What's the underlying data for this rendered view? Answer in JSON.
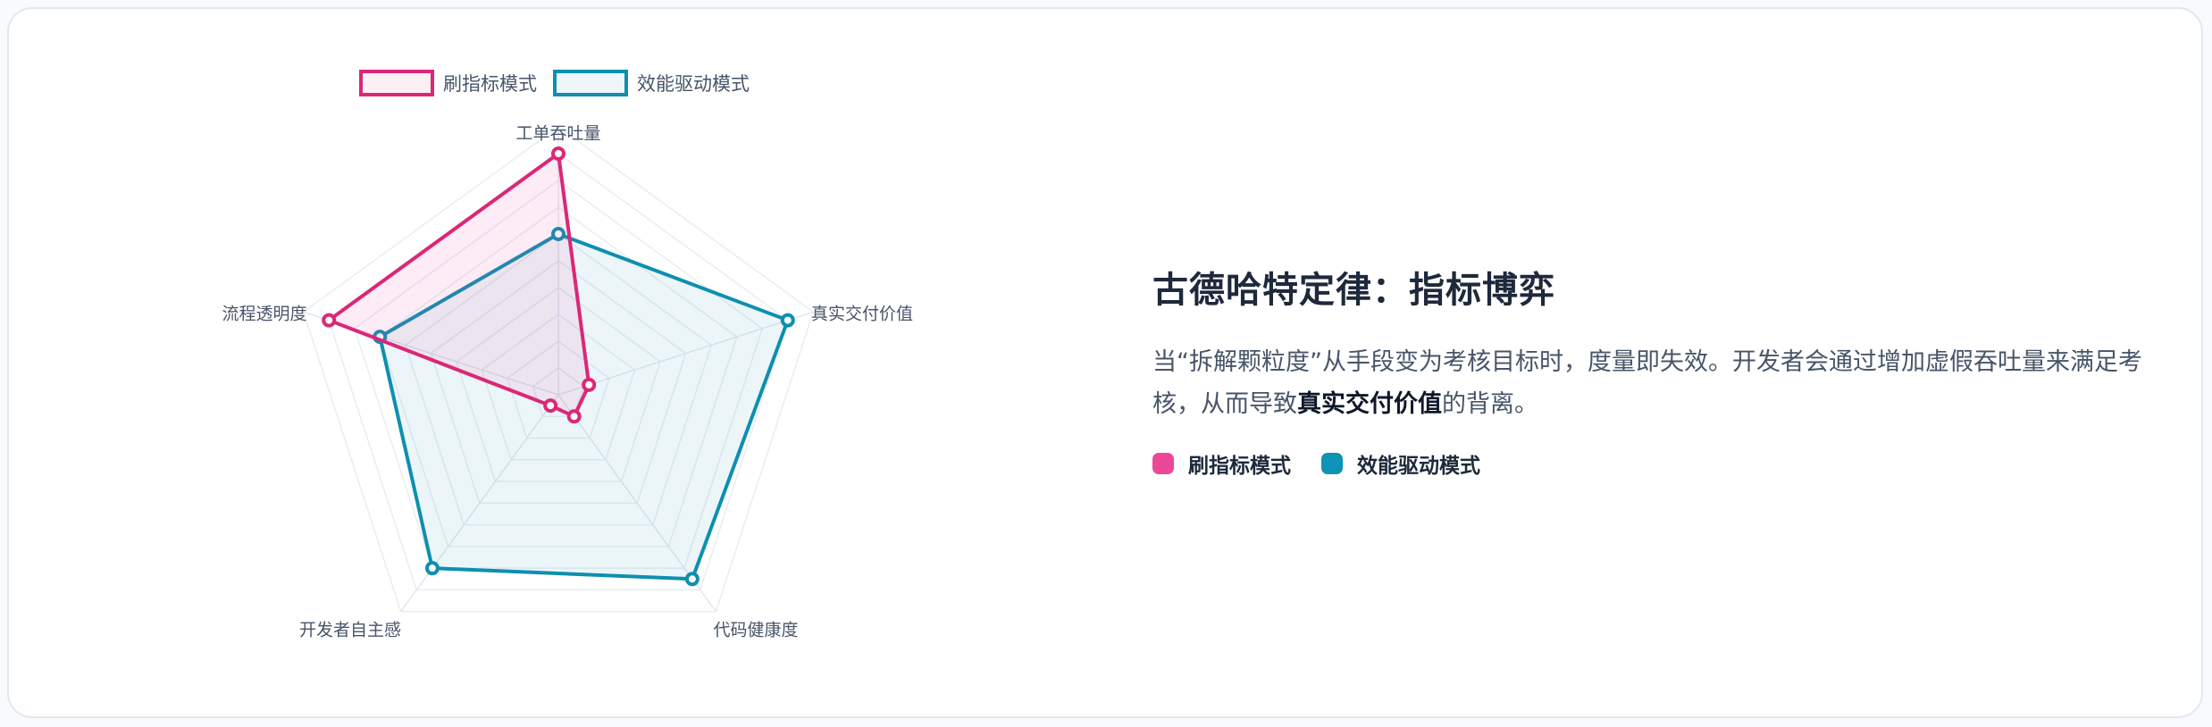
{
  "chart_data": {
    "type": "radar",
    "title": "",
    "axes": [
      "工单吞吐量",
      "真实交付价值",
      "代码健康度",
      "开发者自主感",
      "流程透明度"
    ],
    "series": [
      {
        "name": "刷指标模式",
        "values": [
          90,
          12,
          10,
          5,
          90
        ],
        "color": "#db2777",
        "fill": "rgba(236,72,153,0.10)"
      },
      {
        "name": "效能驱动模式",
        "values": [
          60,
          90,
          85,
          80,
          70
        ],
        "color": "#0e8fb0",
        "fill": "rgba(14,143,176,0.08)"
      }
    ],
    "range": [
      0,
      100
    ],
    "grid_rings": 10,
    "legend_position": "top"
  },
  "legend_top": [
    {
      "label": "刷指标模式"
    },
    {
      "label": "效能驱动模式"
    }
  ],
  "axis_labels": {
    "a0": "工单吞吐量",
    "a1": "真实交付价值",
    "a2": "代码健康度",
    "a3": "开发者自主感",
    "a4": "流程透明度"
  },
  "panel": {
    "title": "古德哈特定律：指标博弈",
    "desc_part1": "当“拆解颗粒度”从手段变为考核目标时，度量即失效。开发者会通过增加虚假吞吐量来满足考核，从而导致",
    "desc_bold": "真实交付价值",
    "desc_part2": "的背离。",
    "legend": [
      {
        "label": "刷指标模式",
        "color": "#ec4899"
      },
      {
        "label": "效能驱动模式",
        "color": "#0e93b5"
      }
    ]
  }
}
